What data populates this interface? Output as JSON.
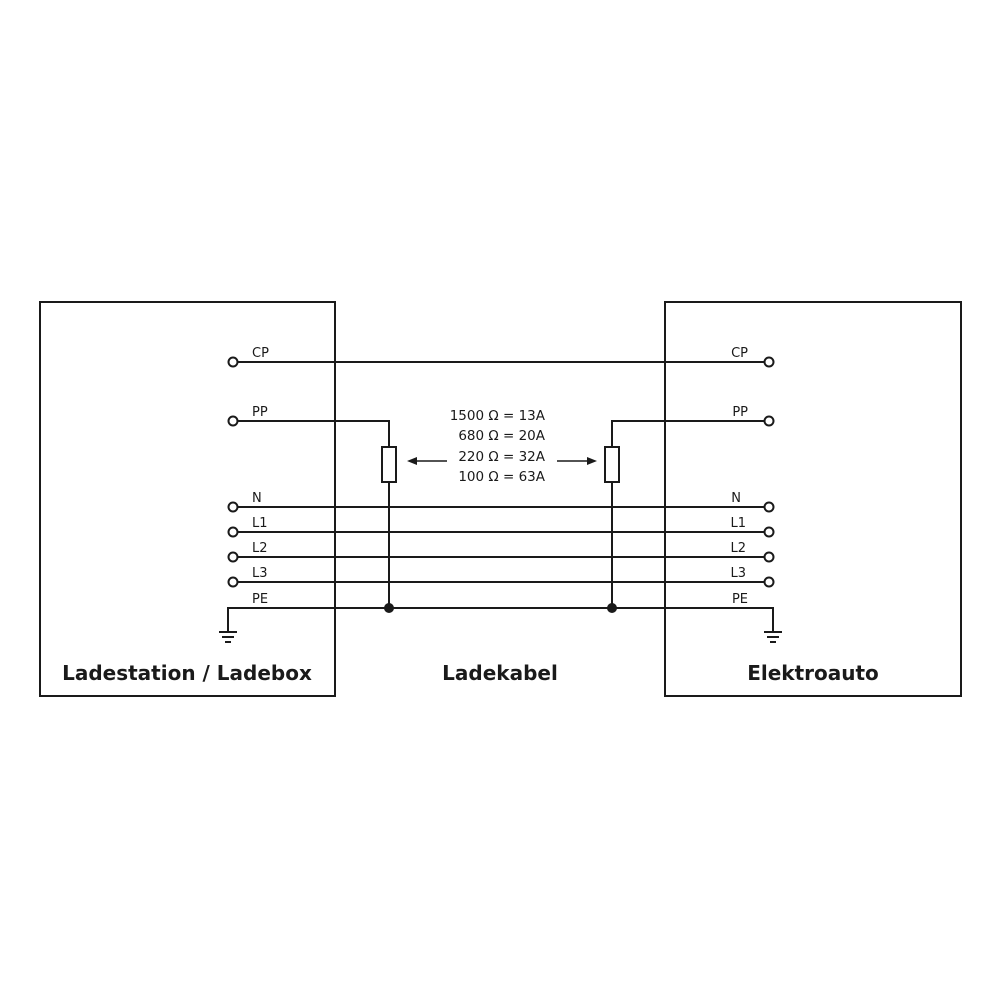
{
  "boxes": {
    "station": {
      "title": "Ladestation / Ladebox"
    },
    "cable": {
      "title": "Ladekabel"
    },
    "car": {
      "title": "Elektroauto"
    }
  },
  "pins": {
    "cp": "CP",
    "pp": "PP",
    "n": "N",
    "l1": "L1",
    "l2": "L2",
    "l3": "L3",
    "pe": "PE"
  },
  "resistance_table": [
    "1500 Ω = 13A",
    "680 Ω = 20A",
    "220 Ω = 32A",
    "100 Ω = 63A"
  ],
  "icons": {
    "terminal": "terminal-icon",
    "resistor": "resistor-icon",
    "ground": "ground-icon",
    "junction": "junction-dot-icon"
  },
  "colors": {
    "line": "#1a1a1a",
    "background": "#ffffff"
  }
}
